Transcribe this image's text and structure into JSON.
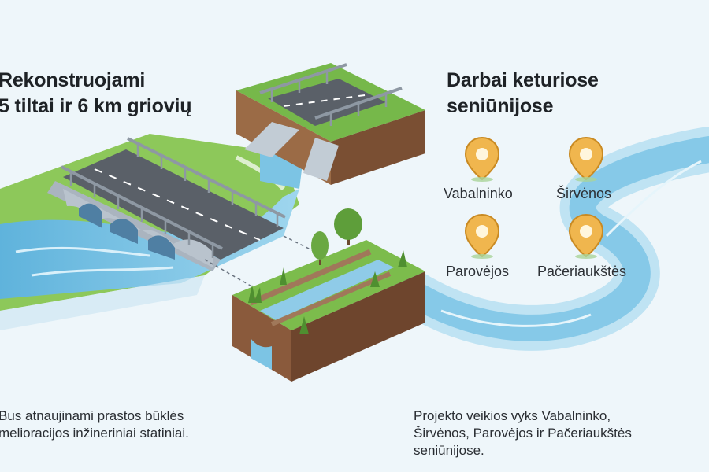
{
  "left_panel": {
    "heading_line1": "Rekonstruojami",
    "heading_line2": "5 tiltai ir 6 km griovių",
    "caption_line1": "Bus atnaujinami prastos būklės",
    "caption_line2": "melioracijos inžineriniai statiniai."
  },
  "right_panel": {
    "heading_line1": "Darbai keturiose",
    "heading_line2": "seniūnijose",
    "caption_line1": "Projekto veikios vyks Vabalninko,",
    "caption_line2": "Širvėnos, Parovėjos ir Pačeriaukštės",
    "caption_line3": "seniūnijose."
  },
  "locations": [
    {
      "name": "Vabalninko",
      "icon": "map-pin-icon"
    },
    {
      "name": "Širvėnos",
      "icon": "map-pin-icon"
    },
    {
      "name": "Parovėjos",
      "icon": "map-pin-icon"
    },
    {
      "name": "Pačeriaukštės",
      "icon": "map-pin-icon"
    }
  ],
  "colors": {
    "background": "#eef6fa",
    "water": "#7cc4e4",
    "grass": "#6fb046",
    "soil": "#8a5a3c",
    "road": "#5a6068",
    "pin": "#f0b64e"
  }
}
